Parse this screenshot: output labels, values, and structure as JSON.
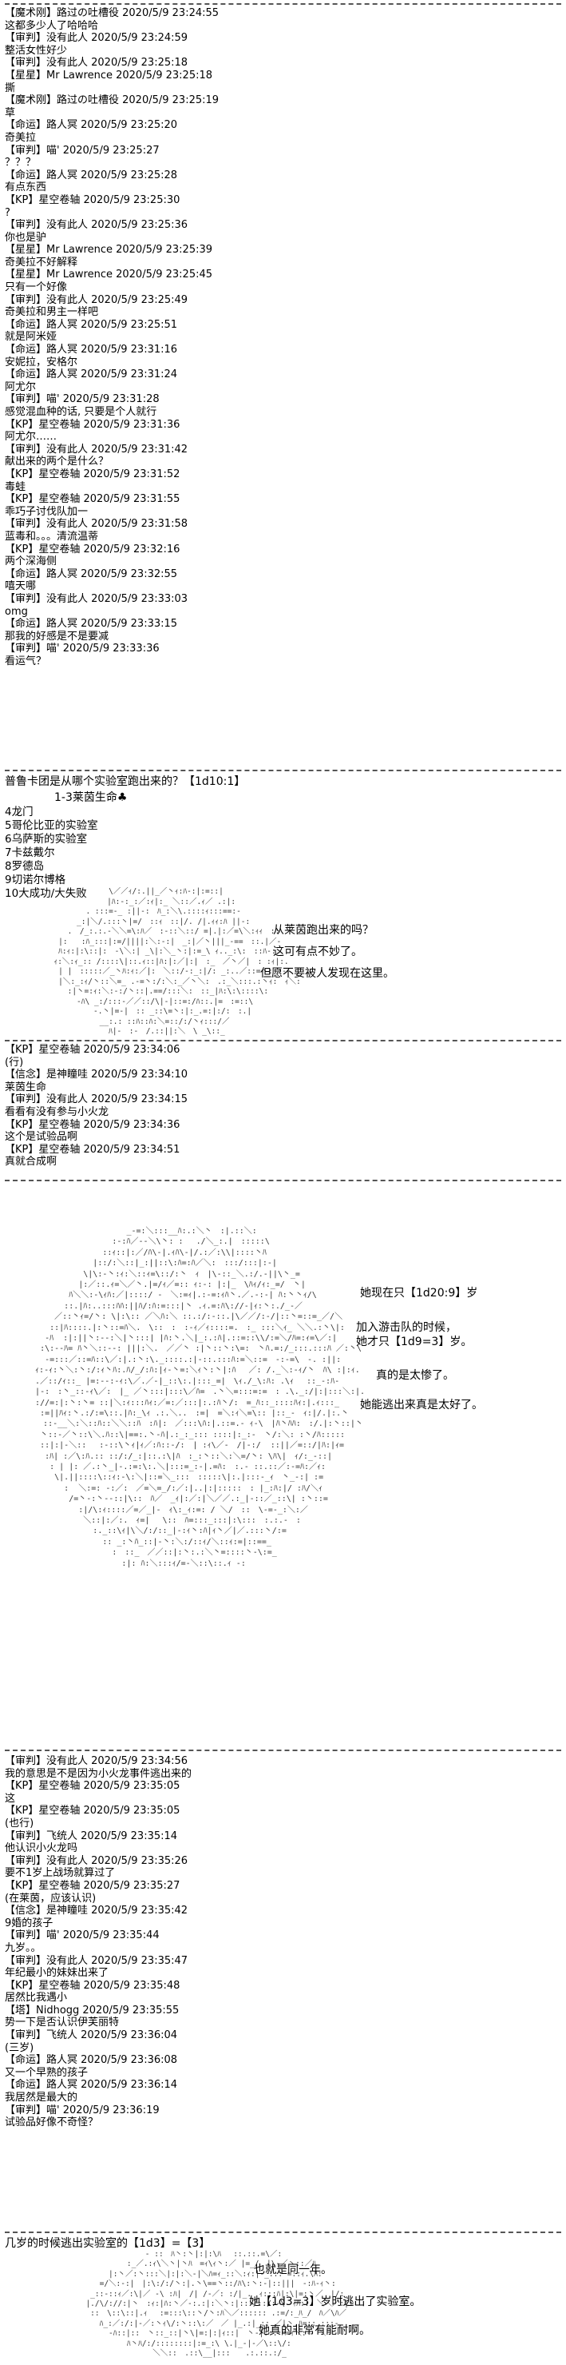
{
  "log1": [
    "【魔术刚】路过の吐槽役 2020/5/9 23:24:55",
    "这都多少人了哈哈哈",
    "【审判】没有此人 2020/5/9 23:24:59",
    "整活女性好少",
    "【审判】没有此人 2020/5/9 23:25:18",
    "【星星】Mr Lawrence 2020/5/9 23:25:18",
    "撕",
    "【魔术刚】路过の吐槽役 2020/5/9 23:25:19",
    "草",
    "【命运】路人冥 2020/5/9 23:25:20",
    "奇美拉",
    "【审判】喵' 2020/5/9 23:25:27",
    "？？？",
    "【命运】路人冥 2020/5/9 23:25:28",
    "有点东西",
    "【KP】星空卷轴 2020/5/9 23:25:30",
    "?",
    "【审判】没有此人 2020/5/9 23:25:36",
    "你也是驴",
    "【星星】Mr Lawrence 2020/5/9 23:25:39",
    "奇美拉不好解释",
    "【星星】Mr Lawrence 2020/5/9 23:25:45",
    "只有一个好像",
    "【审判】没有此人 2020/5/9 23:25:49",
    "奇美拉和男主一样吧",
    "【命运】路人冥 2020/5/9 23:25:51",
    "就是阿米娅",
    "【命运】路人冥 2020/5/9 23:31:16",
    "安妮拉，安格尔",
    "【命运】路人冥 2020/5/9 23:31:24",
    "阿尤尔",
    "【审判】喵' 2020/5/9 23:31:28",
    "感觉混血种的话, 只要是个人就行",
    "【KP】星空卷轴 2020/5/9 23:31:36",
    "阿尤尔……",
    "【审判】没有此人 2020/5/9 23:31:42",
    "献出来的两个是什么？",
    "【KP】星空卷轴 2020/5/9 23:31:52",
    "毒蛙",
    "【KP】星空卷轴 2020/5/9 23:31:55",
    "乖巧子讨伐队加一",
    "【审判】没有此人 2020/5/9 23:31:58",
    "蓝毒和。。。清流温蒂",
    "【KP】星空卷轴 2020/5/9 23:32:16",
    "两个深海侧",
    "【命运】路人冥 2020/5/9 23:32:55",
    "嘻天哪",
    "【审判】没有此人 2020/5/9 23:33:03",
    "omg",
    "【命运】路人冥 2020/5/9 23:33:15",
    "那我的好感是不是要减",
    "【审判】喵' 2020/5/9 23:33:36",
    "看运气？"
  ],
  "sec2": {
    "question": "普鲁卡团是从哪个实验室跑出来的？【1d10:1】",
    "subtitle": "1-3莱茵生命♣",
    "options": [
      "4龙门",
      "5哥伦比亚的实验室",
      "6乌萨斯的实验室",
      "7卡兹戴尔",
      "8罗德岛",
      "9切诺尔博格",
      "10大成功/大失败"
    ],
    "speech": [
      "从莱茵跑出来的吗？",
      "这可有点不妙了。",
      "但愿不要被人发现在这里。"
    ]
  },
  "log2": [
    "【KP】星空卷轴 2020/5/9 23:34:06",
    "(行)",
    "【信念】是神瞳哇 2020/5/9 23:34:10",
    "莱茵生命",
    "【审判】没有此人 2020/5/9 23:34:15",
    "看看有没有参与小火龙",
    "【KP】星空卷轴 2020/5/9 23:34:36",
    "这个是试验品啊",
    "【KP】星空卷轴 2020/5/9 23:34:51",
    "真就合成啊"
  ],
  "sec3": {
    "speech": [
      "她现在只【1d20:9】岁",
      "加入游击队的时候，",
      "她才只【1d9=3】岁。",
      "真的是太惨了。",
      "她能逃出来真是太好了。"
    ]
  },
  "log3": [
    "【审判】没有此人 2020/5/9 23:34:56",
    "我的意思是不是因为小火龙事件逃出来的",
    "【KP】星空卷轴 2020/5/9 23:35:05",
    "这",
    "【KP】星空卷轴 2020/5/9 23:35:05",
    "(也行)",
    "【审判】飞统人 2020/5/9 23:35:14",
    "他认识小火龙吗",
    "【审判】没有此人 2020/5/9 23:35:26",
    "要不1岁上战场就算过了",
    "【KP】星空卷轴 2020/5/9 23:35:27",
    "(在莱茵，应该认识)",
    "【信念】是神瞳哇 2020/5/9 23:35:42",
    "9婚的孩子",
    "【审判】喵' 2020/5/9 23:35:44",
    "九岁。。",
    "【审判】没有此人 2020/5/9 23:35:47",
    "年纪最小的妹妹出来了",
    "【KP】星空卷轴 2020/5/9 23:35:48",
    "居然比我遇小",
    "【塔】Nidhogg 2020/5/9 23:35:55",
    "势一下是否认识伊芙丽特",
    "【审判】飞统人 2020/5/9 23:36:04",
    "(三岁)",
    "【命运】路人冥 2020/5/9 23:36:08",
    "又一个早熟的孩子",
    "【命运】路人冥 2020/5/9 23:36:14",
    "我居然是最大的",
    "【审判】喵' 2020/5/9 23:36:19",
    "试验品好像不奇怪？"
  ],
  "sec4": {
    "question": "几岁的时候逃出实验室的【1d3】=【3】",
    "speech": [
      "也就是同一年。",
      "她【1d3=3】岁时逃出了实验室。",
      "她真的非常有能耐啊。"
    ]
  }
}
